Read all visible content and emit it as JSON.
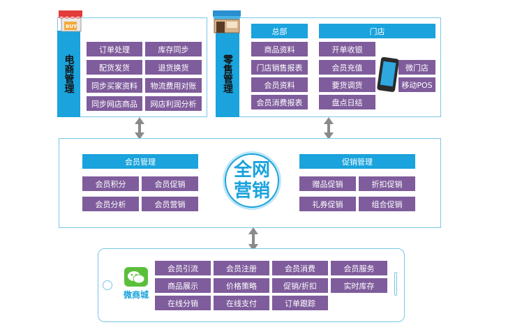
{
  "ecommerce": {
    "title": "电商管理",
    "badge": "BUY",
    "items": [
      "订单处理",
      "库存同步",
      "配货发货",
      "退货换货",
      "同步买家资料",
      "物流费用对账",
      "同步网店商品",
      "网店利润分析"
    ]
  },
  "retail": {
    "title": "零售管理",
    "hq": {
      "header": "总部",
      "items": [
        "商品资料",
        "门店销售报表",
        "会员资料",
        "会员消费报表"
      ]
    },
    "store": {
      "header": "门店",
      "items": [
        "开单收银",
        "会员充值",
        "要货调货",
        "盘点日结"
      ]
    },
    "device_items": [
      "微门店",
      "移动POS"
    ]
  },
  "center": {
    "title_line1": "全网",
    "title_line2": "营销",
    "member": {
      "header": "会员管理",
      "items": [
        "会员积分",
        "会员促销",
        "会员分析",
        "会员营销"
      ]
    },
    "promo": {
      "header": "促销管理",
      "items": [
        "赠品促销",
        "折扣促销",
        "礼券促销",
        "组合促销"
      ]
    }
  },
  "weshop": {
    "title": "微商城",
    "items": [
      "会员引流",
      "会员注册",
      "会员消费",
      "会员服务",
      "商品展示",
      "价格策略",
      "促销/折扣",
      "实时库存",
      "在线分销",
      "在线支付",
      "订单跟踪"
    ]
  },
  "colors": {
    "accent_blue": "#1aa3dc",
    "purple": "#7f5c9c",
    "border": "#79c6e6",
    "arrow": "#8a8a8a"
  }
}
